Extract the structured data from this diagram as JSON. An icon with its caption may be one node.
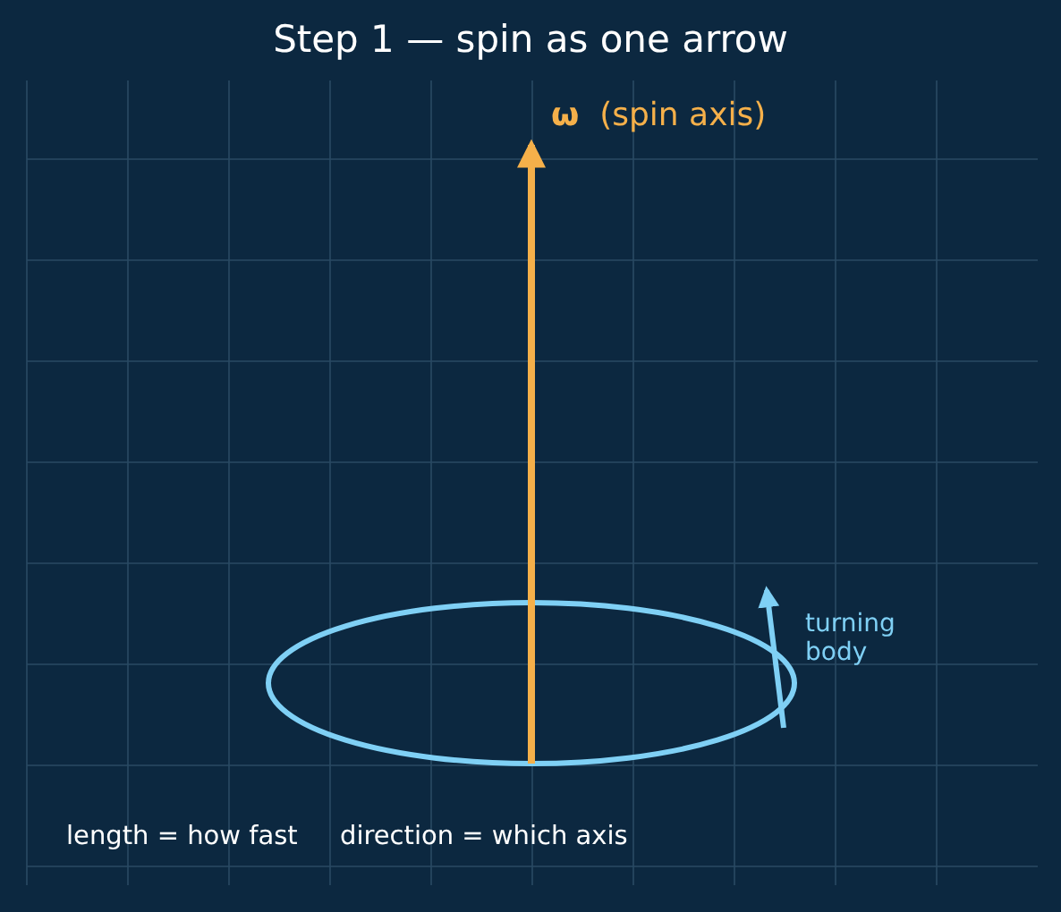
{
  "diagram": {
    "title": "Step 1 — spin as one arrow",
    "nodes": [
      {
        "text": [],
        "shape": "ellipse"
      },
      {
        "text": [
          "**ω**  (spin axis)"
        ]
      }
    ],
    "edges": [
      {
        "from": 0,
        "to": 1,
        "arrow": "to"
      }
    ],
    "labels": [
      "turning body",
      "length = how fast",
      "direction = which axis"
    ]
  }
}
